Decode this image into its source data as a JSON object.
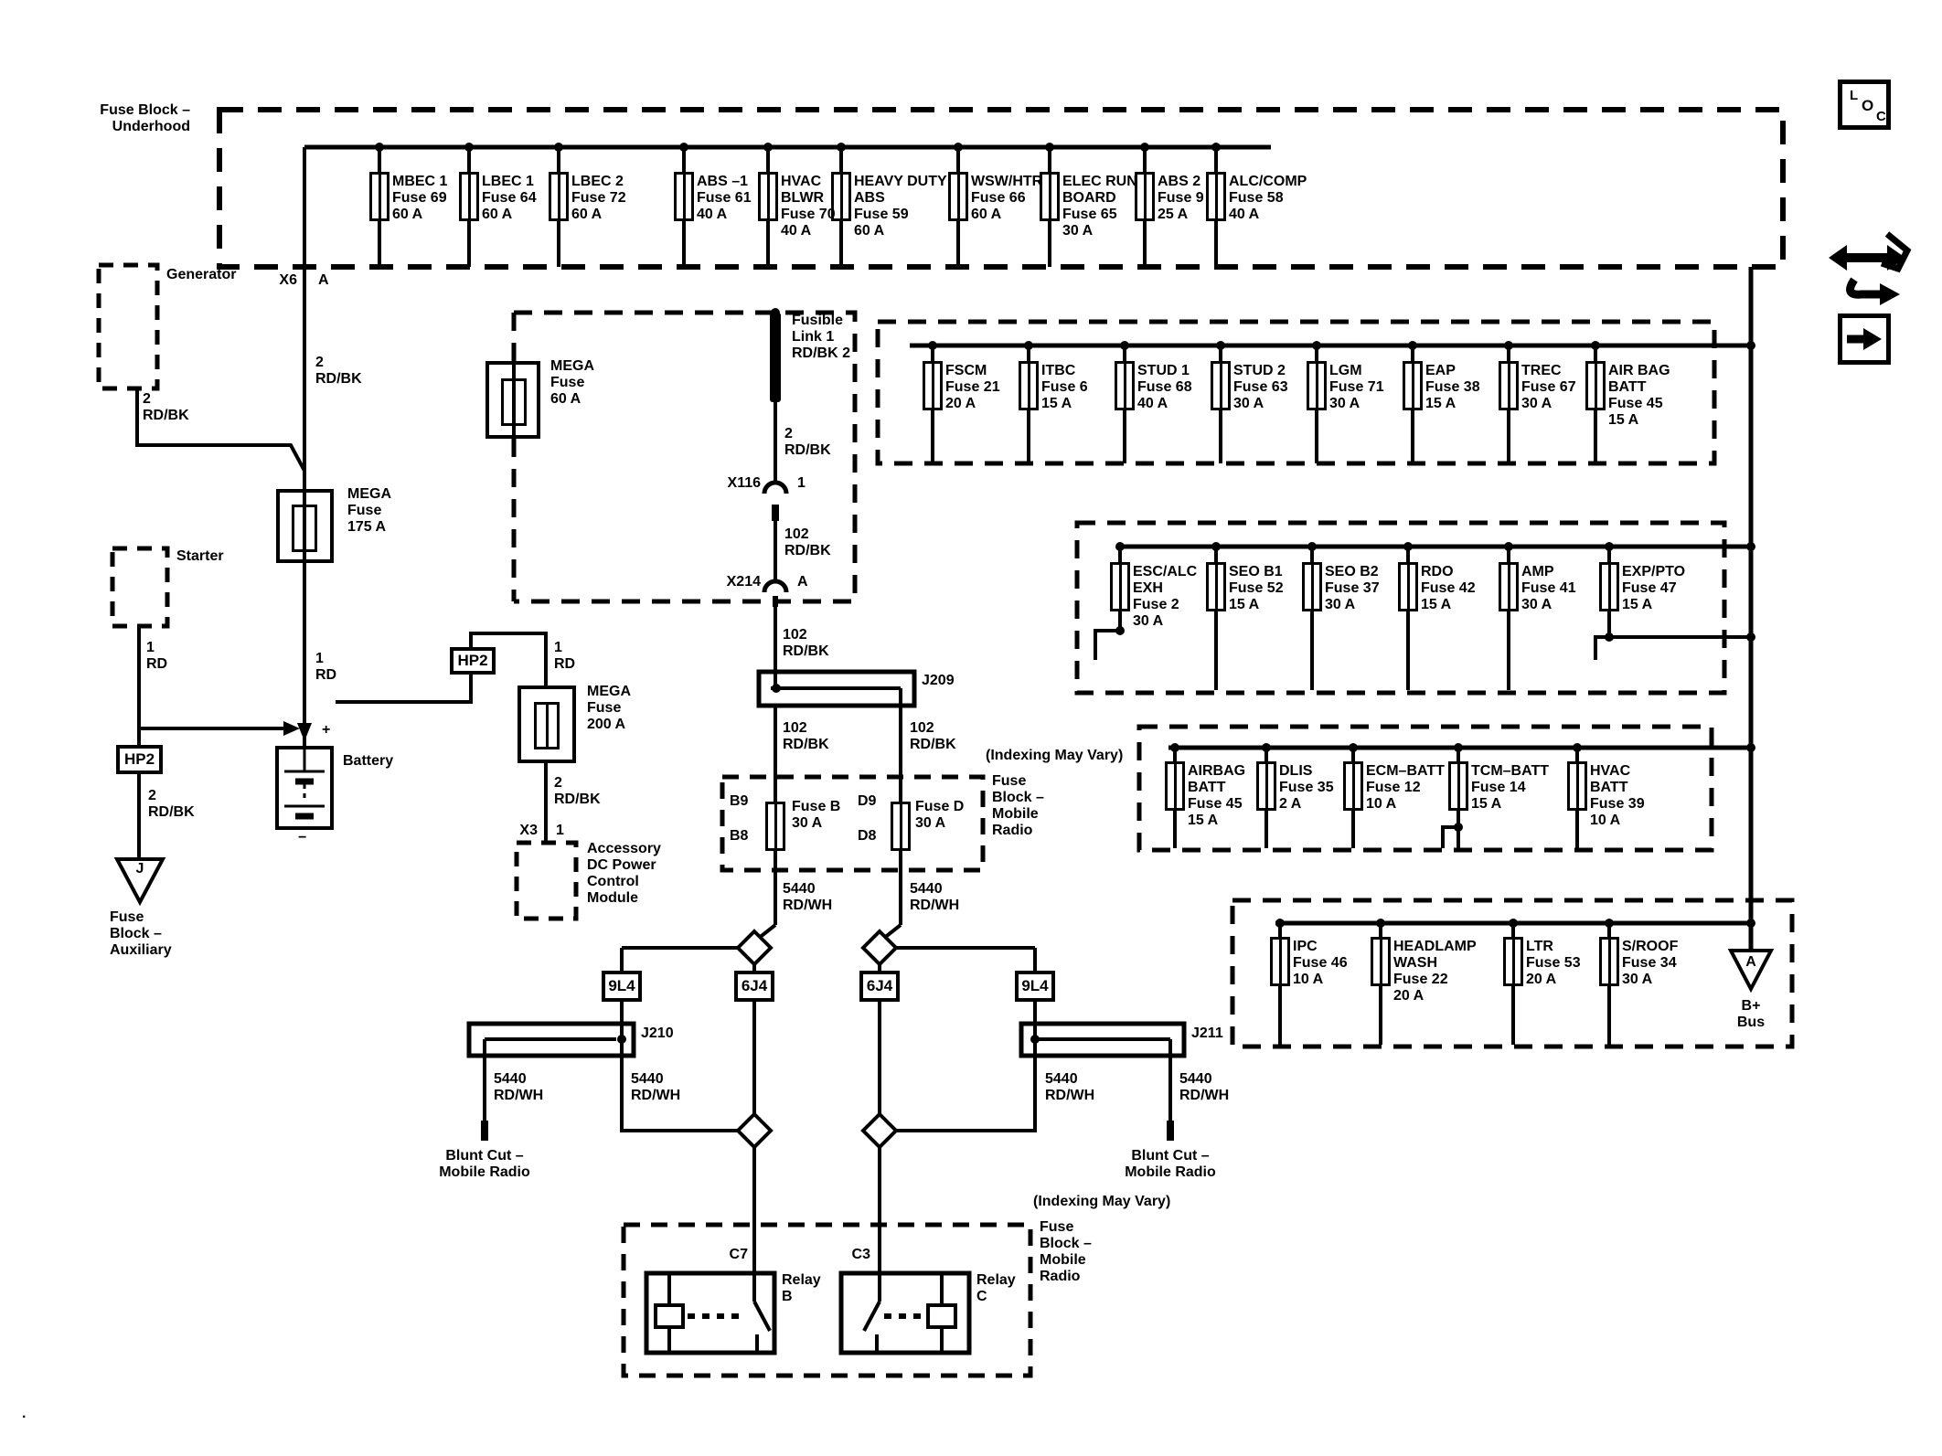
{
  "header": {
    "underhood": "Fuse Block –\nUnderhood"
  },
  "corner": {
    "l": "L",
    "o": "O",
    "c": "C"
  },
  "rows": {
    "r1": [
      "MBEC 1\nFuse 69\n60 A",
      "LBEC 1\nFuse 64\n60 A",
      "LBEC 2\nFuse 72\n60 A",
      "ABS –1\nFuse 61\n40 A",
      "HVAC\nBLWR\nFuse 70\n40 A",
      "HEAVY DUTY\nABS\nFuse 59\n60 A",
      "WSW/HTR\nFuse 66\n60 A",
      "ELEC RUN\nBOARD\nFuse 65\n30 A",
      "ABS 2\nFuse 9\n25 A",
      "ALC/COMP\nFuse 58\n40 A"
    ],
    "r2": [
      "FSCM\nFuse 21\n20 A",
      "ITBC\nFuse 6\n15 A",
      "STUD 1\nFuse 68\n40 A",
      "STUD 2\nFuse 63\n30 A",
      "LGM\nFuse 71\n30 A",
      "EAP\nFuse 38\n15 A",
      "TREC\nFuse 67\n30 A",
      "AIR BAG\nBATT\nFuse 45\n15 A"
    ],
    "r3": [
      "ESC/ALC\nEXH\nFuse 2\n30 A",
      "SEO B1\nFuse 52\n15 A",
      "SEO B2\nFuse 37\n30 A",
      "RDO\nFuse 42\n15 A",
      "AMP\nFuse 41\n30 A",
      "EXP/PTO\nFuse 47\n15 A"
    ],
    "r4": [
      "AIRBAG\nBATT\nFuse 45\n15 A",
      "DLIS\nFuse 35\n2 A",
      "ECM–BATT\nFuse 12\n10 A",
      "TCM–BATT\nFuse 14\n15 A",
      "HVAC\nBATT\nFuse 39\n10 A"
    ],
    "r5": [
      "IPC\nFuse 46\n10 A",
      "HEADLAMP\nWASH\nFuse 22\n20 A",
      "LTR\nFuse 53\n20 A",
      "S/ROOF\nFuse 34\n30 A"
    ]
  },
  "fusebd": {
    "b9": "B9",
    "b8": "B8",
    "b": "Fuse B\n30 A",
    "d9": "D9",
    "d8": "D8",
    "d": "Fuse D\n30 A"
  },
  "mega": {
    "m60": "MEGA\nFuse\n60 A",
    "m175": "MEGA\nFuse\n175 A",
    "m200": "MEGA\nFuse\n200 A"
  },
  "comps": {
    "generator": "Generator",
    "starter": "Starter",
    "battery": "Battery",
    "plus": "+",
    "minus": "−",
    "hp2": "HP2",
    "j": "J",
    "aux": "Fuse\nBlock –\nAuxiliary",
    "accessory": "Accessory\nDC Power\nControl\nModule",
    "fusible": "Fusible\nLink 1\nRD/BK 2",
    "blunt": "Blunt Cut –\nMobile Radio"
  },
  "conns": {
    "x6": "X6",
    "x6p": "A",
    "x116": "X116",
    "x116p": "1",
    "x214": "X214",
    "x214p": "A",
    "x3": "X3",
    "x3p": "1"
  },
  "wires": {
    "rdbk2": "2\nRD/BK",
    "rd1": "1\nRD",
    "rdbk102": "102\nRD/BK",
    "rdwh5440": "5440\nRD/WH"
  },
  "junctions": {
    "j209": "J209",
    "j210": "J210",
    "j211": "J211"
  },
  "taps": {
    "l9l4": "9L4",
    "l6j4": "6J4"
  },
  "mobile": {
    "indexing": "(Indexing May Vary)",
    "block": "Fuse\nBlock –\nMobile\nRadio"
  },
  "relays": {
    "c7": "C7",
    "c3": "C3",
    "b": "Relay\nB",
    "c": "Relay\nC"
  },
  "bplus": {
    "a": "A",
    "label": "B+\nBus"
  },
  "misc": {
    "dot": "."
  }
}
